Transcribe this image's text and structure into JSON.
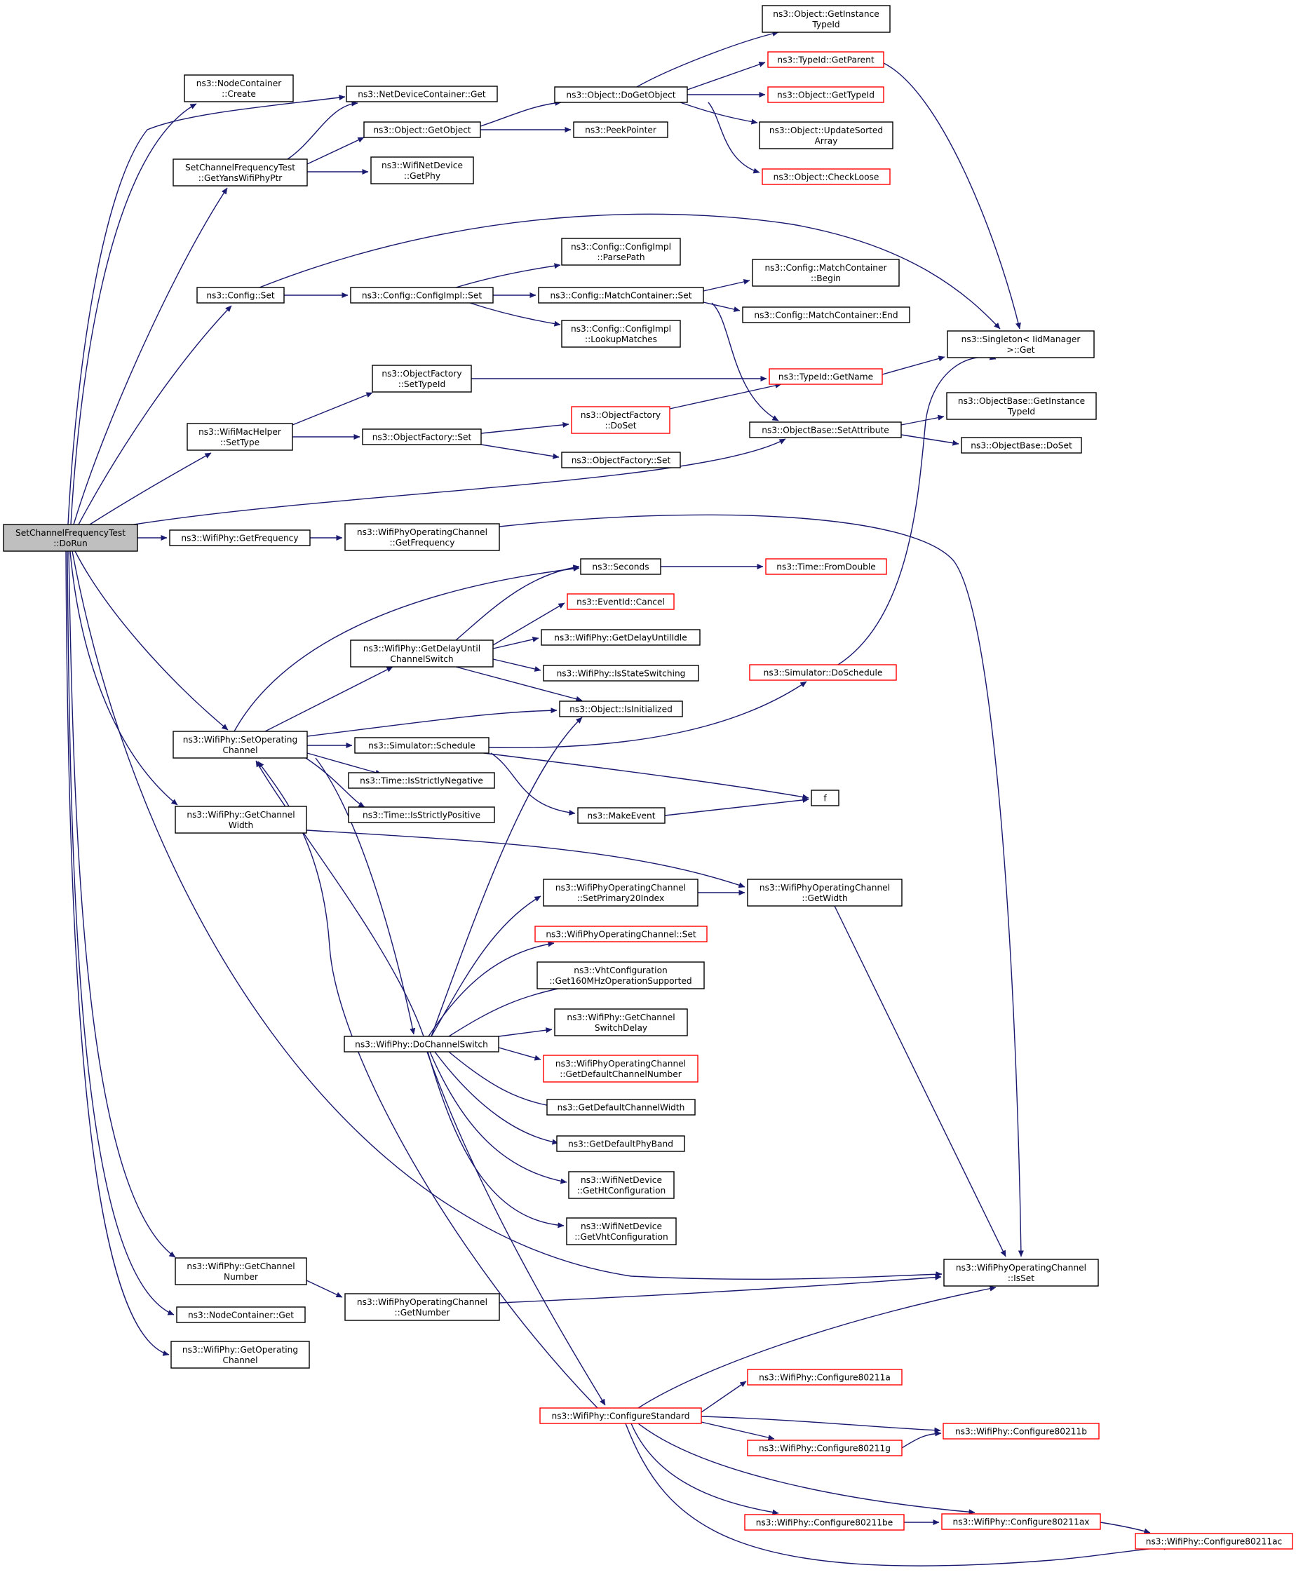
{
  "graph": {
    "colors": {
      "edge": "#191970",
      "box_border": "#000000",
      "box_border_incomplete": "#ff0000",
      "box_fill": "#ffffff",
      "root_fill": "#bfbfbf",
      "text": "#000000"
    },
    "nodes": {
      "n_dorun": {
        "lines": [
          "SetChannelFrequencyTest",
          "::DoRun"
        ],
        "root": true
      },
      "n_nc_create": {
        "lines": [
          "ns3::NodeContainer",
          "::Create"
        ]
      },
      "n_getyans": {
        "lines": [
          "SetChannelFrequencyTest",
          "::GetYansWifiPhyPtr"
        ]
      },
      "n_config_set": {
        "lines": [
          "ns3::Config::Set"
        ]
      },
      "n_wifimac_settype": {
        "lines": [
          "ns3::WifiMacHelper",
          "::SetType"
        ]
      },
      "n_phy_getfreq": {
        "lines": [
          "ns3::WifiPhy::GetFrequency"
        ]
      },
      "n_phy_setopchan": {
        "lines": [
          "ns3::WifiPhy::SetOperating",
          "Channel"
        ]
      },
      "n_phy_getchanwidth": {
        "lines": [
          "ns3::WifiPhy::GetChannel",
          "Width"
        ]
      },
      "n_phy_getchannum": {
        "lines": [
          "ns3::WifiPhy::GetChannel",
          "Number"
        ]
      },
      "n_nc_get": {
        "lines": [
          "ns3::NodeContainer::Get"
        ]
      },
      "n_phy_getopchan": {
        "lines": [
          "ns3::WifiPhy::GetOperating",
          "Channel"
        ]
      },
      "n_ndc_get": {
        "lines": [
          "ns3::NetDeviceContainer::Get"
        ]
      },
      "n_obj_getobject": {
        "lines": [
          "ns3::Object::GetObject"
        ]
      },
      "n_wnd_getphy": {
        "lines": [
          "ns3::WifiNetDevice",
          "::GetPhy"
        ]
      },
      "n_cfgimpl_set": {
        "lines": [
          "ns3::Config::ConfigImpl::Set"
        ]
      },
      "n_of_settypeid": {
        "lines": [
          "ns3::ObjectFactory",
          "::SetTypeId"
        ]
      },
      "n_of_set": {
        "lines": [
          "ns3::ObjectFactory::Set"
        ]
      },
      "n_wpoc_getfreq": {
        "lines": [
          "ns3::WifiPhyOperatingChannel",
          "::GetFrequency"
        ]
      },
      "n_phy_getdelayuntil": {
        "lines": [
          "ns3::WifiPhy::GetDelayUntil",
          "ChannelSwitch"
        ]
      },
      "n_sim_schedule": {
        "lines": [
          "ns3::Simulator::Schedule"
        ]
      },
      "n_time_isneg": {
        "lines": [
          "ns3::Time::IsStrictlyNegative"
        ]
      },
      "n_time_ispos": {
        "lines": [
          "ns3::Time::IsStrictlyPositive"
        ]
      },
      "n_phy_dochanswitch": {
        "lines": [
          "ns3::WifiPhy::DoChannelSwitch"
        ]
      },
      "n_wpoc_getnumber": {
        "lines": [
          "ns3::WifiPhyOperatingChannel",
          "::GetNumber"
        ]
      },
      "n_obj_dogetobject": {
        "lines": [
          "ns3::Object::DoGetObject"
        ]
      },
      "n_peekpointer": {
        "lines": [
          "ns3::PeekPointer"
        ]
      },
      "n_cfgimpl_parsepath": {
        "lines": [
          "ns3::Config::ConfigImpl",
          "::ParsePath"
        ]
      },
      "n_mc_set": {
        "lines": [
          "ns3::Config::MatchContainer::Set"
        ]
      },
      "n_cfgimpl_lookup": {
        "lines": [
          "ns3::Config::ConfigImpl",
          "::LookupMatches"
        ]
      },
      "n_of_doset": {
        "lines": [
          "ns3::ObjectFactory",
          "::DoSet"
        ],
        "incomplete": true
      },
      "n_of_set2": {
        "lines": [
          "ns3::ObjectFactory::Set"
        ]
      },
      "n_seconds": {
        "lines": [
          "ns3::Seconds"
        ]
      },
      "n_eventid_cancel": {
        "lines": [
          "ns3::EventId::Cancel"
        ],
        "incomplete": true
      },
      "n_phy_getdelayidle": {
        "lines": [
          "ns3::WifiPhy::GetDelayUntilIdle"
        ]
      },
      "n_phy_isstateswitching": {
        "lines": [
          "ns3::WifiPhy::IsStateSwitching"
        ]
      },
      "n_obj_isinitialized": {
        "lines": [
          "ns3::Object::IsInitialized"
        ]
      },
      "n_makeevent": {
        "lines": [
          "ns3::MakeEvent"
        ]
      },
      "n_wpoc_setprimary": {
        "lines": [
          "ns3::WifiPhyOperatingChannel",
          "::SetPrimary20Index"
        ]
      },
      "n_wpoc_set": {
        "lines": [
          "ns3::WifiPhyOperatingChannel::Set"
        ],
        "incomplete": true
      },
      "n_vht_get160": {
        "lines": [
          "ns3::VhtConfiguration",
          "::Get160MHzOperationSupported"
        ]
      },
      "n_phy_getchanswitchdelay": {
        "lines": [
          "ns3::WifiPhy::GetChannel",
          "SwitchDelay"
        ]
      },
      "n_wpoc_getdefchannum": {
        "lines": [
          "ns3::WifiPhyOperatingChannel",
          "::GetDefaultChannelNumber"
        ],
        "incomplete": true
      },
      "n_getdefchanwidth": {
        "lines": [
          "ns3::GetDefaultChannelWidth"
        ]
      },
      "n_getdefphyband": {
        "lines": [
          "ns3::GetDefaultPhyBand"
        ]
      },
      "n_wnd_getht": {
        "lines": [
          "ns3::WifiNetDevice",
          "::GetHtConfiguration"
        ]
      },
      "n_wnd_getvht": {
        "lines": [
          "ns3::WifiNetDevice",
          "::GetVhtConfiguration"
        ]
      },
      "n_phy_configstd": {
        "lines": [
          "ns3::WifiPhy::ConfigureStandard"
        ],
        "incomplete": true
      },
      "n_obj_getinstancetypeid": {
        "lines": [
          "ns3::Object::GetInstance",
          "TypeId"
        ]
      },
      "n_typeid_getparent": {
        "lines": [
          "ns3::TypeId::GetParent"
        ],
        "incomplete": true
      },
      "n_obj_gettypeid": {
        "lines": [
          "ns3::Object::GetTypeId"
        ],
        "incomplete": true
      },
      "n_obj_updatesorted": {
        "lines": [
          "ns3::Object::UpdateSorted",
          "Array"
        ]
      },
      "n_obj_checkloose": {
        "lines": [
          "ns3::Object::CheckLoose"
        ],
        "incomplete": true
      },
      "n_mc_begin": {
        "lines": [
          "ns3::Config::MatchContainer",
          "::Begin"
        ]
      },
      "n_mc_end": {
        "lines": [
          "ns3::Config::MatchContainer::End"
        ]
      },
      "n_typeid_getname": {
        "lines": [
          "ns3::TypeId::GetName"
        ],
        "incomplete": true
      },
      "n_ob_setattribute": {
        "lines": [
          "ns3::ObjectBase::SetAttribute"
        ]
      },
      "n_time_fromdouble": {
        "lines": [
          "ns3::Time::FromDouble"
        ],
        "incomplete": true
      },
      "n_sim_doschedule": {
        "lines": [
          "ns3::Simulator::DoSchedule"
        ],
        "incomplete": true
      },
      "n_f": {
        "lines": [
          "f"
        ]
      },
      "n_wpoc_getwidth": {
        "lines": [
          "ns3::WifiPhyOperatingChannel",
          "::GetWidth"
        ]
      },
      "n_phy_cfg11a": {
        "lines": [
          "ns3::WifiPhy::Configure80211a"
        ],
        "incomplete": true
      },
      "n_phy_cfg11g": {
        "lines": [
          "ns3::WifiPhy::Configure80211g"
        ],
        "incomplete": true
      },
      "n_phy_cfg11be": {
        "lines": [
          "ns3::WifiPhy::Configure80211be"
        ],
        "incomplete": true
      },
      "n_singleton_get": {
        "lines": [
          "ns3::Singleton< IidManager",
          " >::Get"
        ]
      },
      "n_ob_getinstancetypeid": {
        "lines": [
          "ns3::ObjectBase::GetInstance",
          "TypeId"
        ]
      },
      "n_ob_doset": {
        "lines": [
          "ns3::ObjectBase::DoSet"
        ]
      },
      "n_wpoc_isset": {
        "lines": [
          "ns3::WifiPhyOperatingChannel",
          "::IsSet"
        ]
      },
      "n_phy_cfg11b": {
        "lines": [
          "ns3::WifiPhy::Configure80211b"
        ],
        "incomplete": true
      },
      "n_phy_cfg11ax": {
        "lines": [
          "ns3::WifiPhy::Configure80211ax"
        ],
        "incomplete": true
      },
      "n_phy_cfg11ac": {
        "lines": [
          "ns3::WifiPhy::Configure80211ac"
        ],
        "incomplete": true
      }
    }
  }
}
